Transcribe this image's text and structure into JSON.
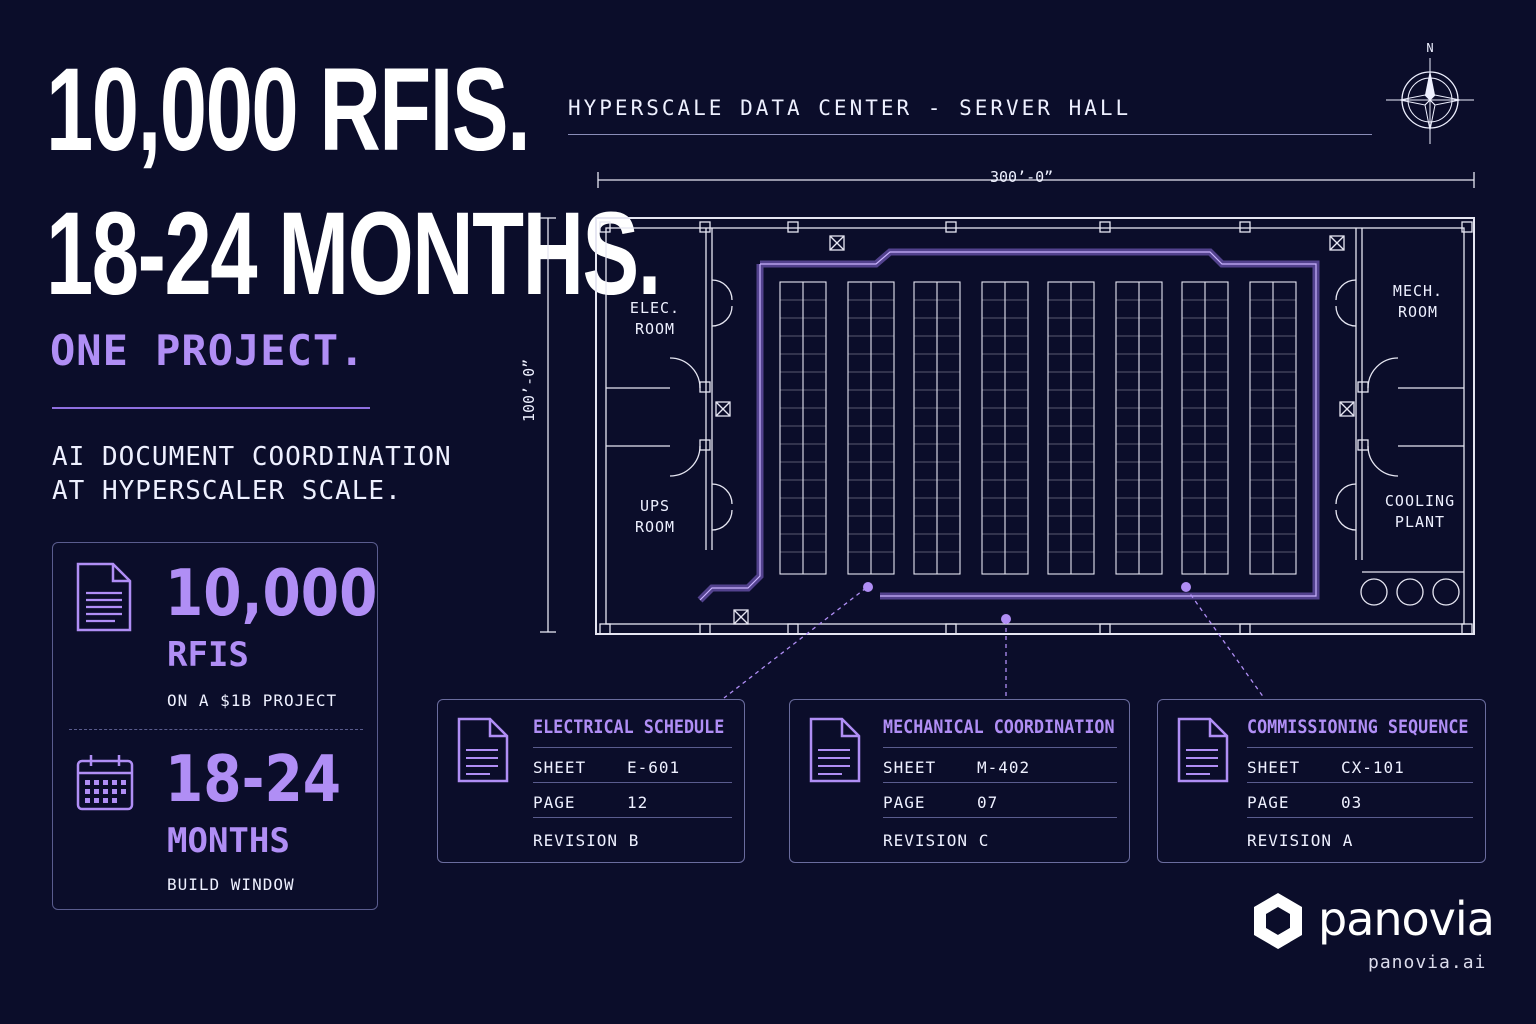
{
  "headline": {
    "line1": "10,000 RFIS.",
    "line2": "18-24 MONTHS.",
    "subhead": "ONE PROJECT."
  },
  "tagline": {
    "line1": "AI DOCUMENT COORDINATION",
    "line2": "AT HYPERSCALER SCALE."
  },
  "stats": [
    {
      "icon": "document-icon",
      "number": "10,000",
      "unit": "RFIS",
      "caption": "ON A $1B PROJECT"
    },
    {
      "icon": "calendar-icon",
      "number": "18-24",
      "unit": "MONTHS",
      "caption": "BUILD WINDOW"
    }
  ],
  "plan": {
    "title": "HYPERSCALE DATA CENTER -  SERVER HALL",
    "width_dim": "300’-0”",
    "height_dim": "100’-0”",
    "compass_label": "N",
    "rooms": {
      "elec": "ELEC.\nROOM",
      "ups": "UPS\nROOM",
      "mech": "MECH.\nROOM",
      "cooling": "COOLING\nPLANT"
    }
  },
  "documents": [
    {
      "title": "ELECTRICAL SCHEDULE",
      "sheet_label": "SHEET",
      "sheet": "E-601",
      "page_label": "PAGE",
      "page": "12",
      "revision_label": "REVISION",
      "revision": "B"
    },
    {
      "title": "MECHANICAL COORDINATION",
      "sheet_label": "SHEET",
      "sheet": "M-402",
      "page_label": "PAGE",
      "page": "07",
      "revision_label": "REVISION",
      "revision": "C"
    },
    {
      "title": "COMMISSIONING SEQUENCE",
      "sheet_label": "SHEET",
      "sheet": "CX-101",
      "page_label": "PAGE",
      "page": "03",
      "revision_label": "REVISION",
      "revision": "A"
    }
  ],
  "brand": {
    "name": "panovia",
    "url": "panovia.ai"
  },
  "colors": {
    "background": "#0b0d2a",
    "accent": "#b08ef5",
    "line": "#e6e6f2"
  }
}
